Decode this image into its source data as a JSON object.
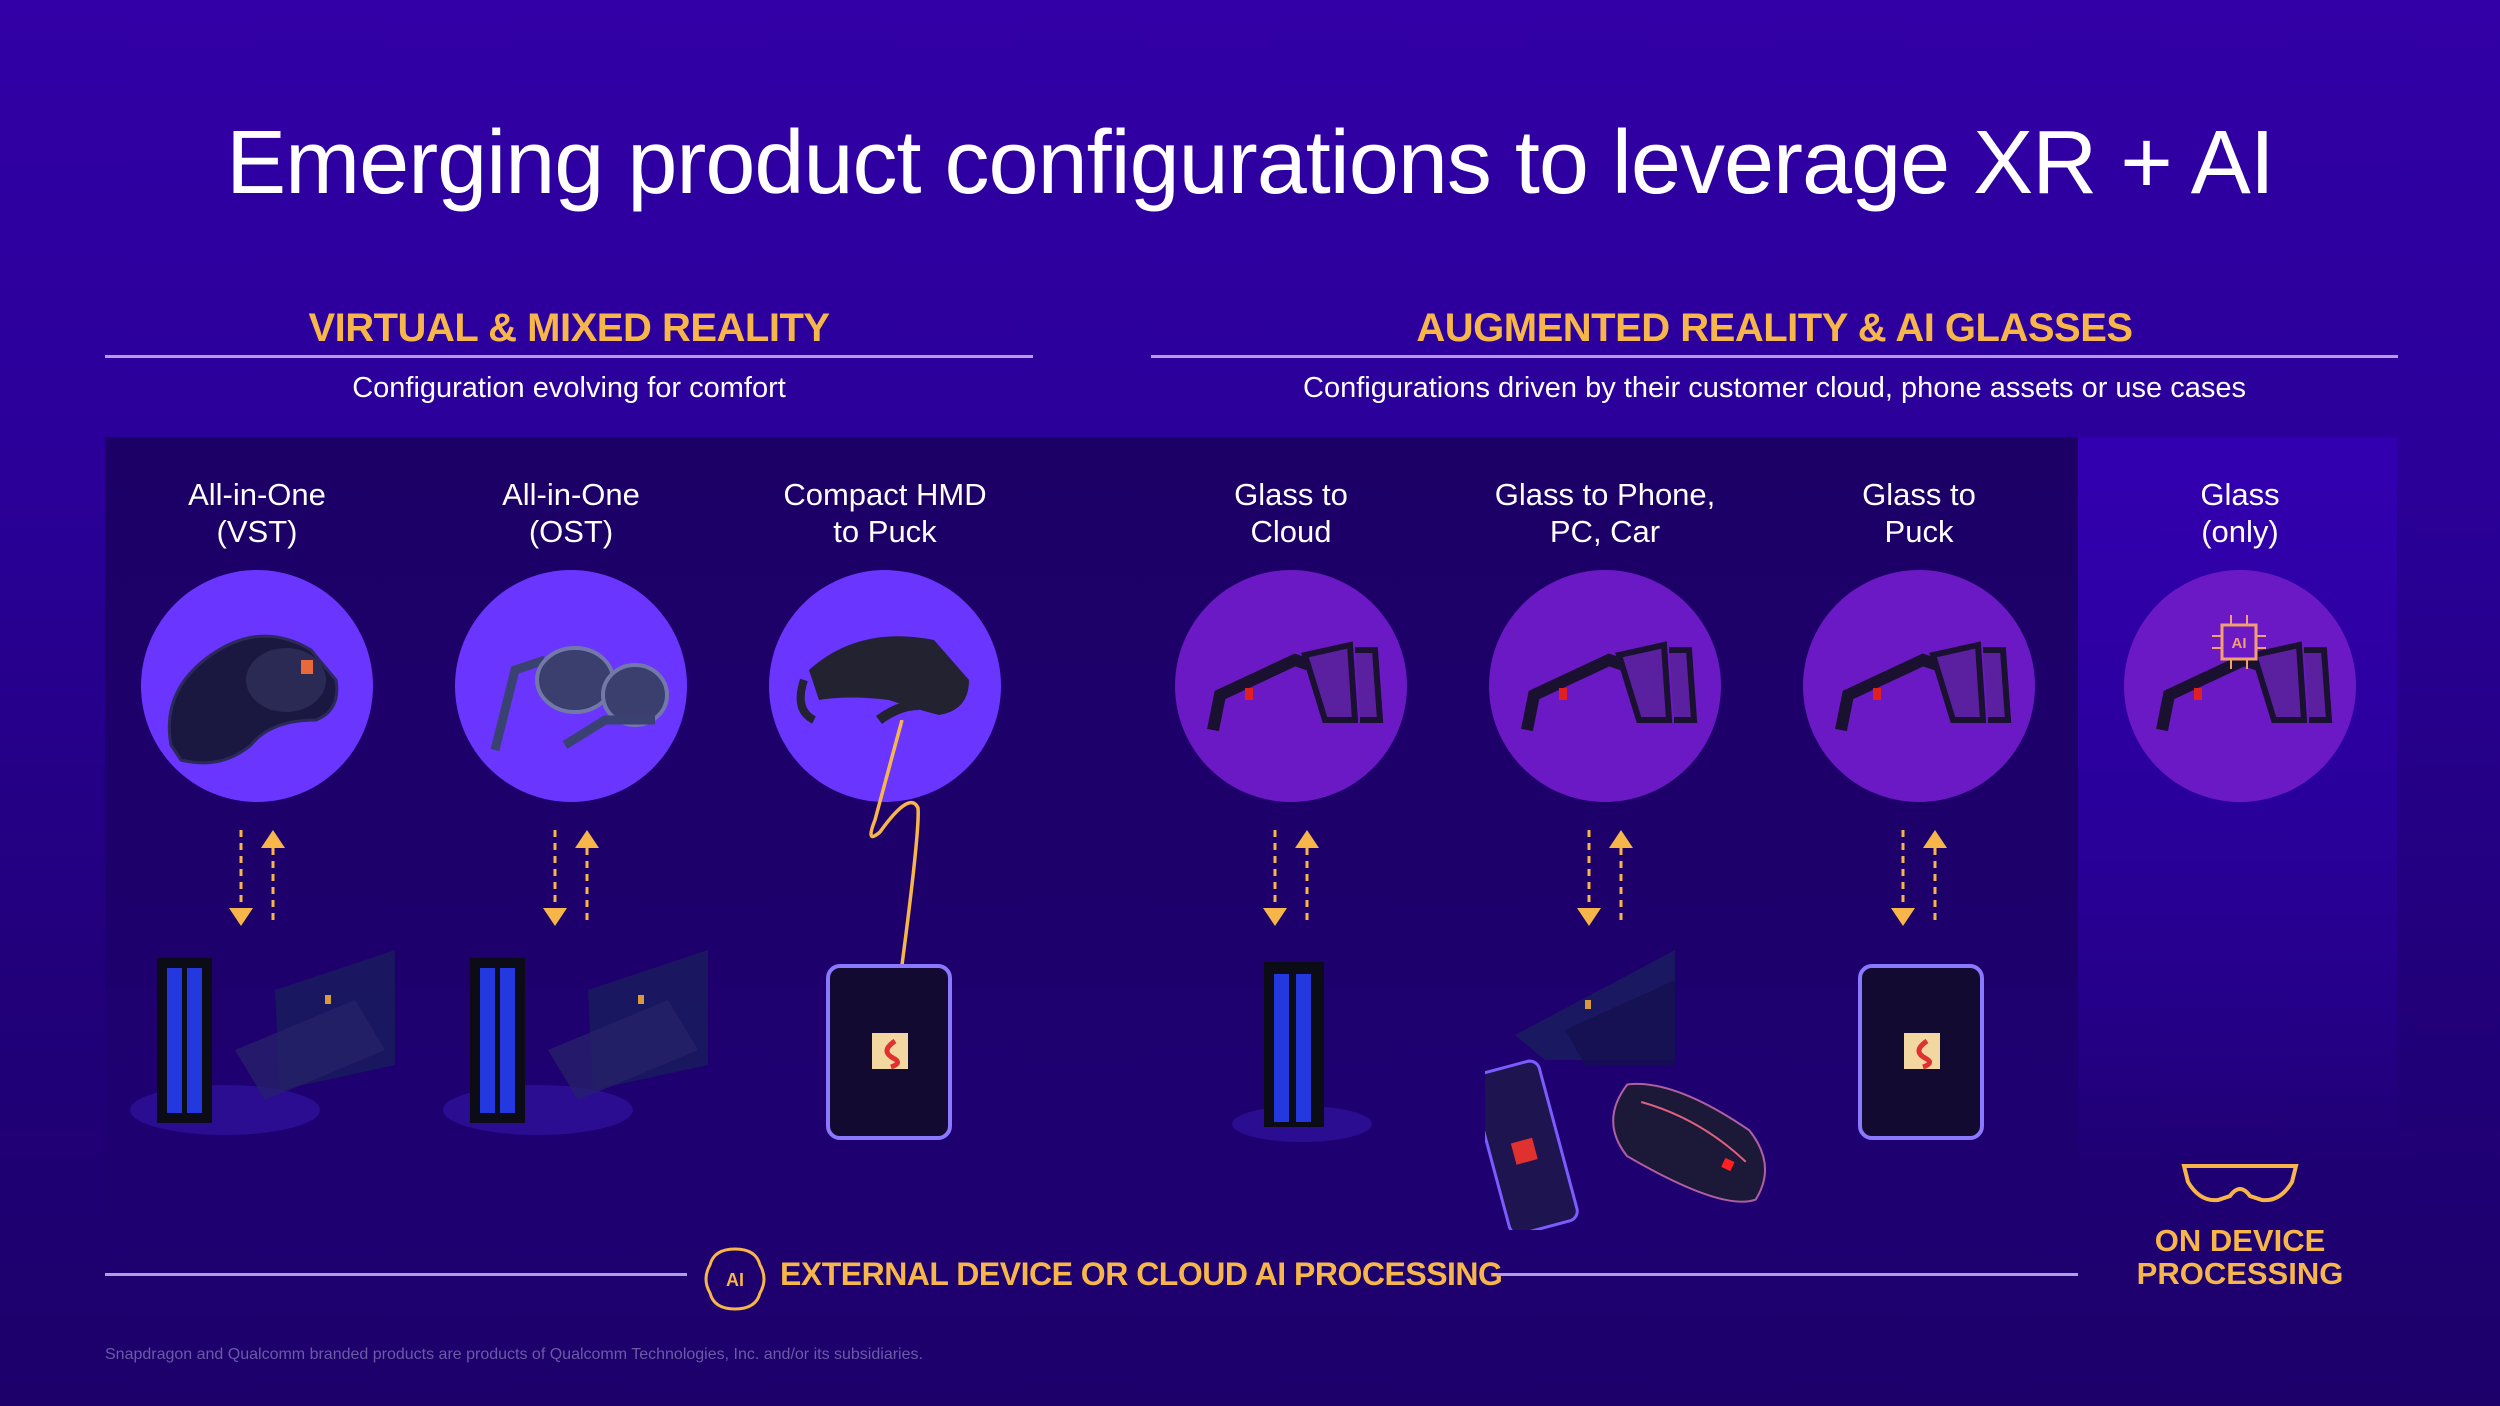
{
  "title": "Emerging product configurations to leverage XR + AI",
  "sections": [
    {
      "heading": "VIRTUAL & MIXED REALITY",
      "subheading": "Configuration evolving for comfort"
    },
    {
      "heading": "AUGMENTED REALITY & AI GLASSES",
      "subheading": "Configurations driven by their customer cloud, phone assets or use cases"
    }
  ],
  "columns": [
    {
      "line1": "All-in-One",
      "line2": "(VST)",
      "device": "vst-headset",
      "link": "bidirectional",
      "target": "cloud-server-and-pc"
    },
    {
      "line1": "All-in-One",
      "line2": "(OST)",
      "device": "ost-glasses",
      "link": "bidirectional",
      "target": "cloud-server-and-pc"
    },
    {
      "line1": "Compact HMD",
      "line2": "to Puck",
      "device": "compact-hmd",
      "link": "cable",
      "target": "snapdragon-puck"
    },
    {
      "line1": "Glass to",
      "line2": "Cloud",
      "device": "ai-glasses",
      "link": "bidirectional",
      "target": "cloud-server"
    },
    {
      "line1": "Glass to Phone,",
      "line2": "PC, Car",
      "device": "ai-glasses",
      "link": "bidirectional",
      "target": "pc-phone-car"
    },
    {
      "line1": "Glass to",
      "line2": "Puck",
      "device": "ai-glasses",
      "link": "bidirectional",
      "target": "snapdragon-puck"
    },
    {
      "line1": "Glass",
      "line2": "(only)",
      "device": "ai-glasses-with-ai-chip",
      "link": "none",
      "target": "on-device"
    }
  ],
  "bottom": {
    "external_label": "EXTERNAL DEVICE OR CLOUD AI  PROCESSING",
    "external_icon": "ai-brain-icon",
    "ondevice_line1": "ON DEVICE",
    "ondevice_line2": "PROCESSING",
    "ondevice_icon": "glasses-outline-icon"
  },
  "chip_label": "AI",
  "footnote": "Snapdragon and Qualcomm branded products are products of Qualcomm Technologies, Inc. and/or its subsidiaries.",
  "colors": {
    "background": "#2a0098",
    "panel_dark": "#1c0066",
    "panel_right": "#3300b0",
    "accent_yellow": "#f7b64a",
    "vr_circle": "#6a35ff",
    "ar_circle": "#6b19c4",
    "divider": "#b89be6"
  }
}
